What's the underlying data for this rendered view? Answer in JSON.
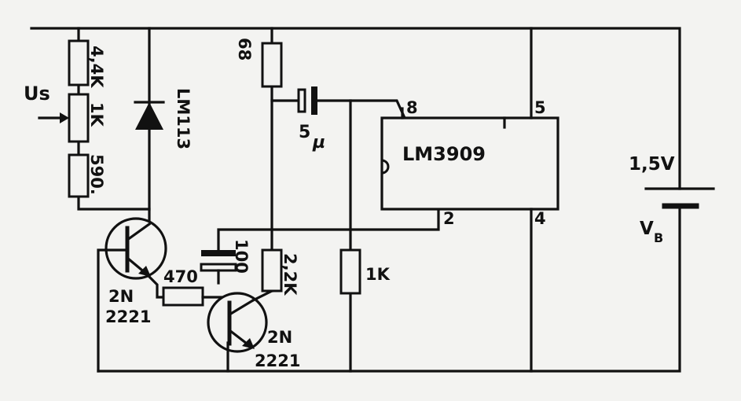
{
  "labels": {
    "us": "Us",
    "r_top": "4,4K",
    "r_pot": "1K",
    "r_bottom": "590.",
    "diode": "LM113",
    "r_68": "68",
    "cap_5": "5",
    "cap_unit": "µ",
    "ic": "LM3909",
    "pin8": "8",
    "pin5": "5",
    "pin2": "2",
    "pin4": "4",
    "cap_100": "100",
    "r_22k": "2,2K",
    "r_1k": "1K",
    "r_470": "470",
    "q1_a": "2N",
    "q1_b": "2221",
    "q2_a": "2N",
    "q2_b": "2221",
    "battery_v": "1,5V",
    "battery_name": "V",
    "battery_sub": "B"
  }
}
